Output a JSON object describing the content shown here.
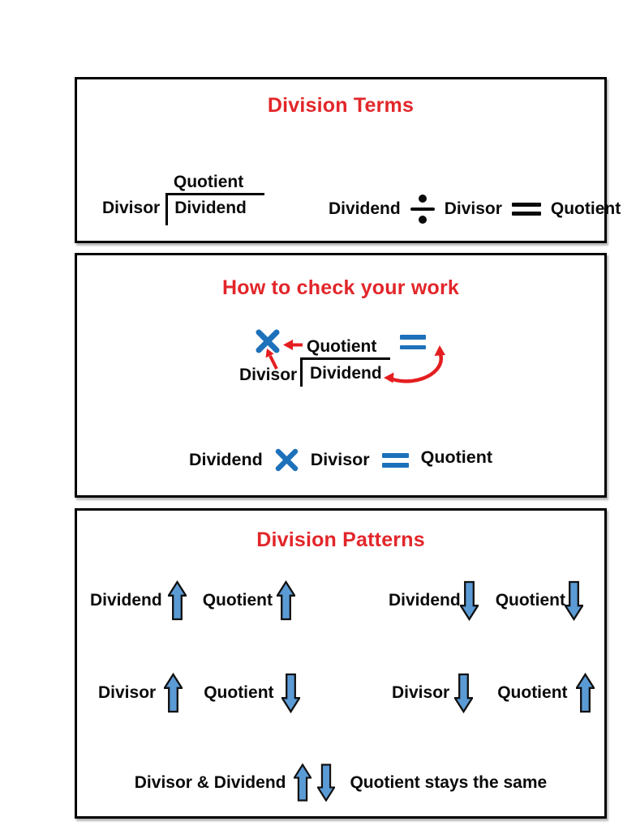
{
  "colors": {
    "title_red": "#e2262a",
    "accent_blue": "#1d71ba",
    "arrow_fill": "#5b9bd5",
    "arrow_red": "#e41e20",
    "text_black": "#0a0a0a"
  },
  "panel1": {
    "title": "Division Terms",
    "long_division": {
      "quotient": "Quotient",
      "divisor": "Divisor",
      "dividend": "Dividend"
    },
    "equation": {
      "dividend": "Dividend",
      "operator": "division-sign",
      "divisor": "Divisor",
      "equals": "equals-sign",
      "quotient": "Quotient"
    }
  },
  "panel2": {
    "title": "How to check your work",
    "check_diagram": {
      "multiply_symbol": "multiply-sign",
      "quotient": "Quotient",
      "divisor": "Divisor",
      "dividend": "Dividend",
      "arrows": [
        "red-left-arrow to multiply",
        "red-up-arrow from divisor",
        "red-curved-double-arrow from equals to dividend"
      ],
      "equals_symbol": "blue-equals-sign"
    },
    "equation": {
      "dividend": "Dividend",
      "operator": "multiply-sign",
      "divisor": "Divisor",
      "equals": "blue-equals-sign",
      "quotient": "Quotient"
    }
  },
  "panel3": {
    "title": "Division Patterns",
    "rows": [
      {
        "items": [
          {
            "label": "Dividend",
            "arrow": "up"
          },
          {
            "label": "Quotient",
            "arrow": "up"
          }
        ]
      },
      {
        "items": [
          {
            "label": "Dividend",
            "arrow": "down"
          },
          {
            "label": "Quotient",
            "arrow": "down"
          }
        ]
      },
      {
        "items": [
          {
            "label": "Divisor",
            "arrow": "up"
          },
          {
            "label": "Quotient",
            "arrow": "down"
          }
        ]
      },
      {
        "items": [
          {
            "label": "Divisor",
            "arrow": "down"
          },
          {
            "label": "Quotient",
            "arrow": "up"
          }
        ]
      }
    ],
    "bottom_row": {
      "label": "Divisor & Dividend",
      "arrows": [
        "up",
        "down"
      ],
      "note": "Quotient stays the same"
    }
  }
}
